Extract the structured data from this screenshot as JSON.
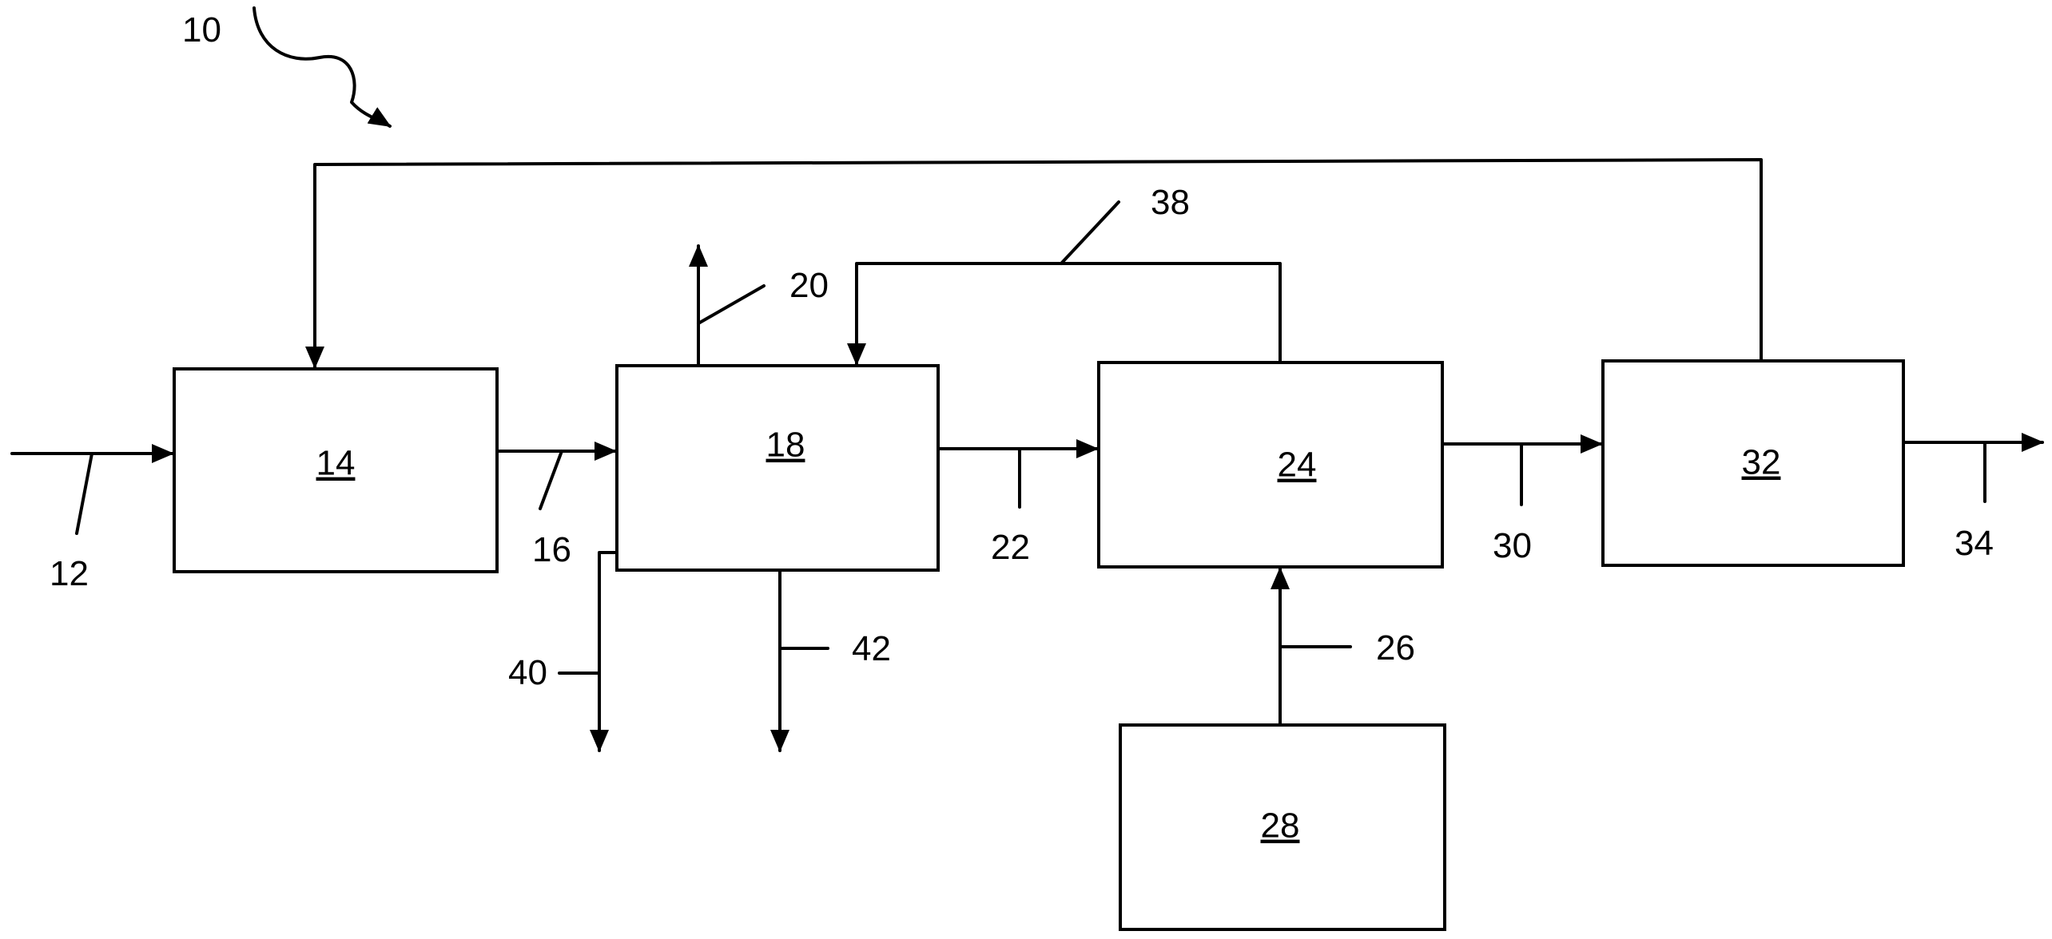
{
  "figure": {
    "reference_numeral": "10",
    "boxes": [
      {
        "id": "14",
        "label": "14"
      },
      {
        "id": "18",
        "label": "18"
      },
      {
        "id": "24",
        "label": "24"
      },
      {
        "id": "28",
        "label": "28"
      },
      {
        "id": "32",
        "label": "32"
      }
    ],
    "streams": [
      {
        "id": "12",
        "label": "12"
      },
      {
        "id": "16",
        "label": "16"
      },
      {
        "id": "20",
        "label": "20"
      },
      {
        "id": "22",
        "label": "22"
      },
      {
        "id": "26",
        "label": "26"
      },
      {
        "id": "30",
        "label": "30"
      },
      {
        "id": "34",
        "label": "34"
      },
      {
        "id": "38",
        "label": "38"
      },
      {
        "id": "40",
        "label": "40"
      },
      {
        "id": "42",
        "label": "42"
      }
    ],
    "line_color": "#000000",
    "background_color": "#ffffff"
  }
}
